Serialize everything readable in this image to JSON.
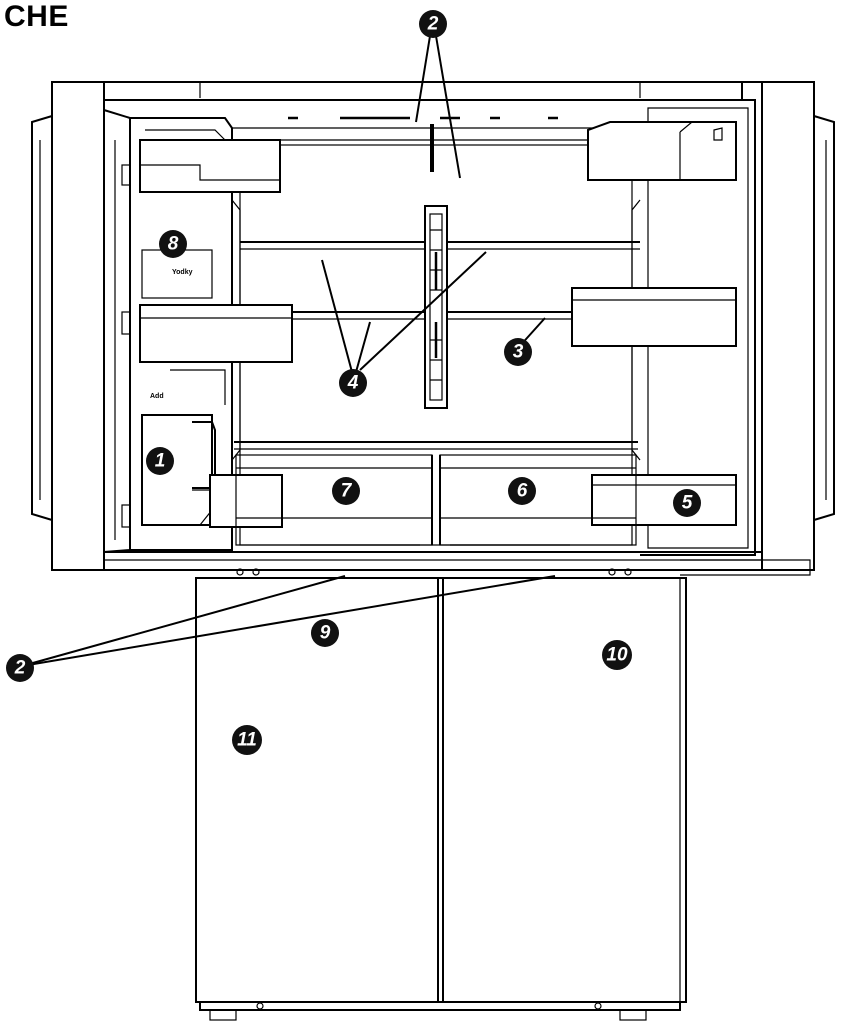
{
  "title": "CHE",
  "callouts": [
    {
      "label": "2",
      "name": "callout-2-top"
    },
    {
      "label": "2",
      "name": "callout-2-bottom"
    },
    {
      "label": "1",
      "name": "callout-1"
    },
    {
      "label": "3",
      "name": "callout-3"
    },
    {
      "label": "4",
      "name": "callout-4"
    },
    {
      "label": "5",
      "name": "callout-5"
    },
    {
      "label": "6",
      "name": "callout-6"
    },
    {
      "label": "7",
      "name": "callout-7"
    },
    {
      "label": "8",
      "name": "callout-8"
    },
    {
      "label": "9",
      "name": "callout-9"
    },
    {
      "label": "10",
      "name": "callout-10"
    },
    {
      "label": "11",
      "name": "callout-11"
    }
  ],
  "small_labels": {
    "filter": "Yodky",
    "dispenser": "Add"
  }
}
